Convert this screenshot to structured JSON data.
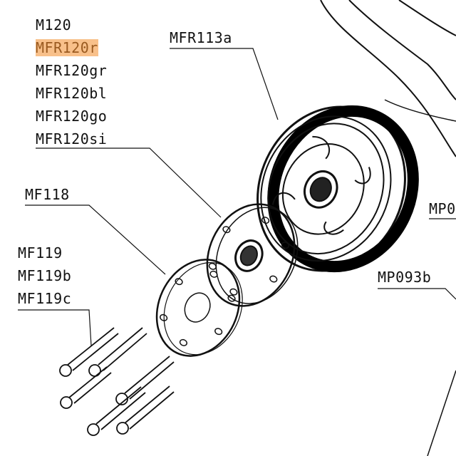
{
  "labels": {
    "m120": "M120",
    "mfr120r": "MFR120r",
    "mfr120gr": "MFR120gr",
    "mfr120bl": "MFR120bl",
    "mfr120go": "MFR120go",
    "mfr120si": "MFR120si",
    "mfr113a": "MFR113a",
    "mf118": "MF118",
    "mf119": "MF119",
    "mf119b": "MF119b",
    "mf119c": "MF119c",
    "mp0": "MP0",
    "mp093b": "MP093b"
  },
  "highlight_color": "#f8c08a"
}
